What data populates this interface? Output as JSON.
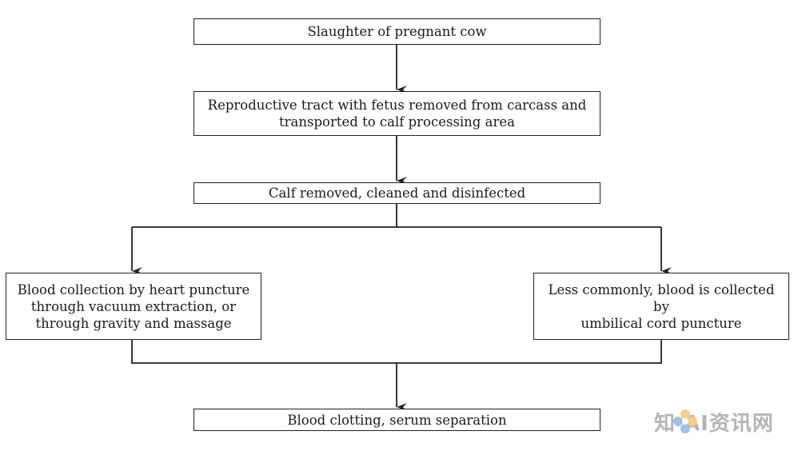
{
  "flowchart": {
    "steps": {
      "slaughter": "Slaughter of pregnant cow",
      "tract": "Reproductive tract with fetus removed from carcass and\ntransported to calf processing area",
      "calf": "Calf removed, cleaned and disinfected",
      "heart": "Blood collection by heart puncture\nthrough vacuum extraction, or\nthrough gravity and massage",
      "umbilical": "Less commonly, blood is collected by\numbilical cord puncture",
      "clotting": "Blood clotting, serum separation"
    },
    "line_color": "#222222"
  },
  "watermark": {
    "text": "知  AI资讯网",
    "logo_colors": [
      "#f5a623",
      "#4a90d9"
    ]
  }
}
